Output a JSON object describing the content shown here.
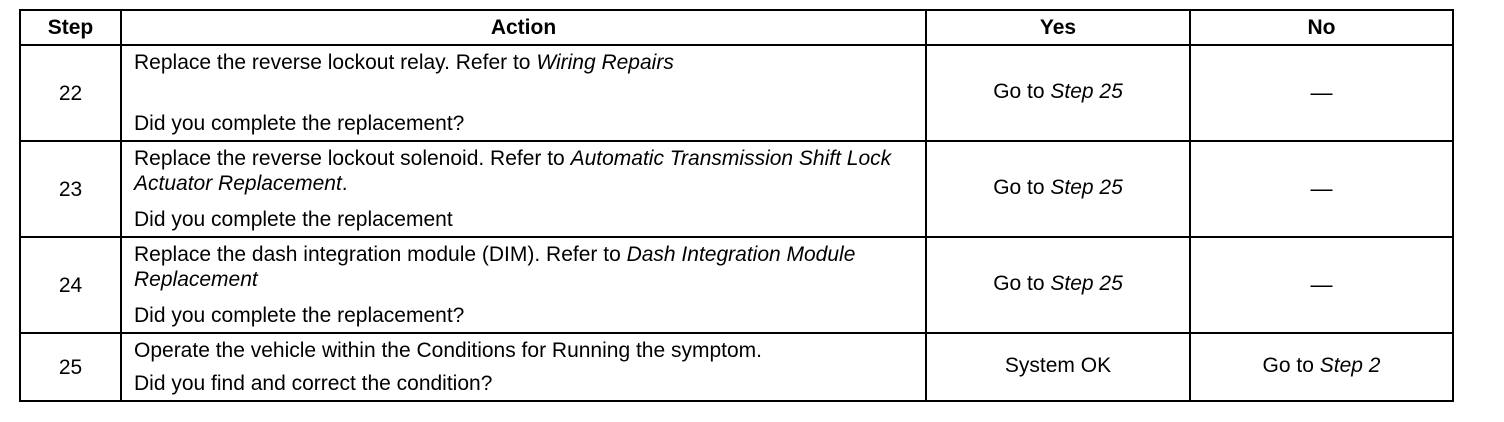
{
  "headers": {
    "step": "Step",
    "action": "Action",
    "yes": "Yes",
    "no": "No"
  },
  "rows": [
    {
      "step": "22",
      "action_text": "Replace the reverse lockout relay. Refer to ",
      "action_ref": "Wiring Repairs",
      "action_ref_suffix": "",
      "question": "Did you complete the replacement?",
      "yes_text": "Go to ",
      "yes_ref": "Step 25",
      "no_text": "—",
      "no_ref": ""
    },
    {
      "step": "23",
      "action_text": "Replace the reverse lockout solenoid. Refer to ",
      "action_ref": "Automatic Transmission Shift Lock Actuator Replacement",
      "action_ref_suffix": ".",
      "question": "Did you complete the replacement",
      "yes_text": "Go to ",
      "yes_ref": "Step 25",
      "no_text": "—",
      "no_ref": ""
    },
    {
      "step": "24",
      "action_text": "Replace the dash integration module (DIM). Refer to ",
      "action_ref": "Dash Integration Module Replacement",
      "action_ref_suffix": "",
      "question": "Did you complete the replacement?",
      "yes_text": "Go to ",
      "yes_ref": "Step 25",
      "no_text": "—",
      "no_ref": ""
    },
    {
      "step": "25",
      "action_text": "Operate the vehicle within the Conditions for Running the symptom.",
      "action_ref": "",
      "action_ref_suffix": "",
      "question": "Did you find and correct the condition?",
      "yes_text": "System OK",
      "yes_ref": "",
      "no_text": "Go to ",
      "no_ref": "Step 2"
    }
  ]
}
